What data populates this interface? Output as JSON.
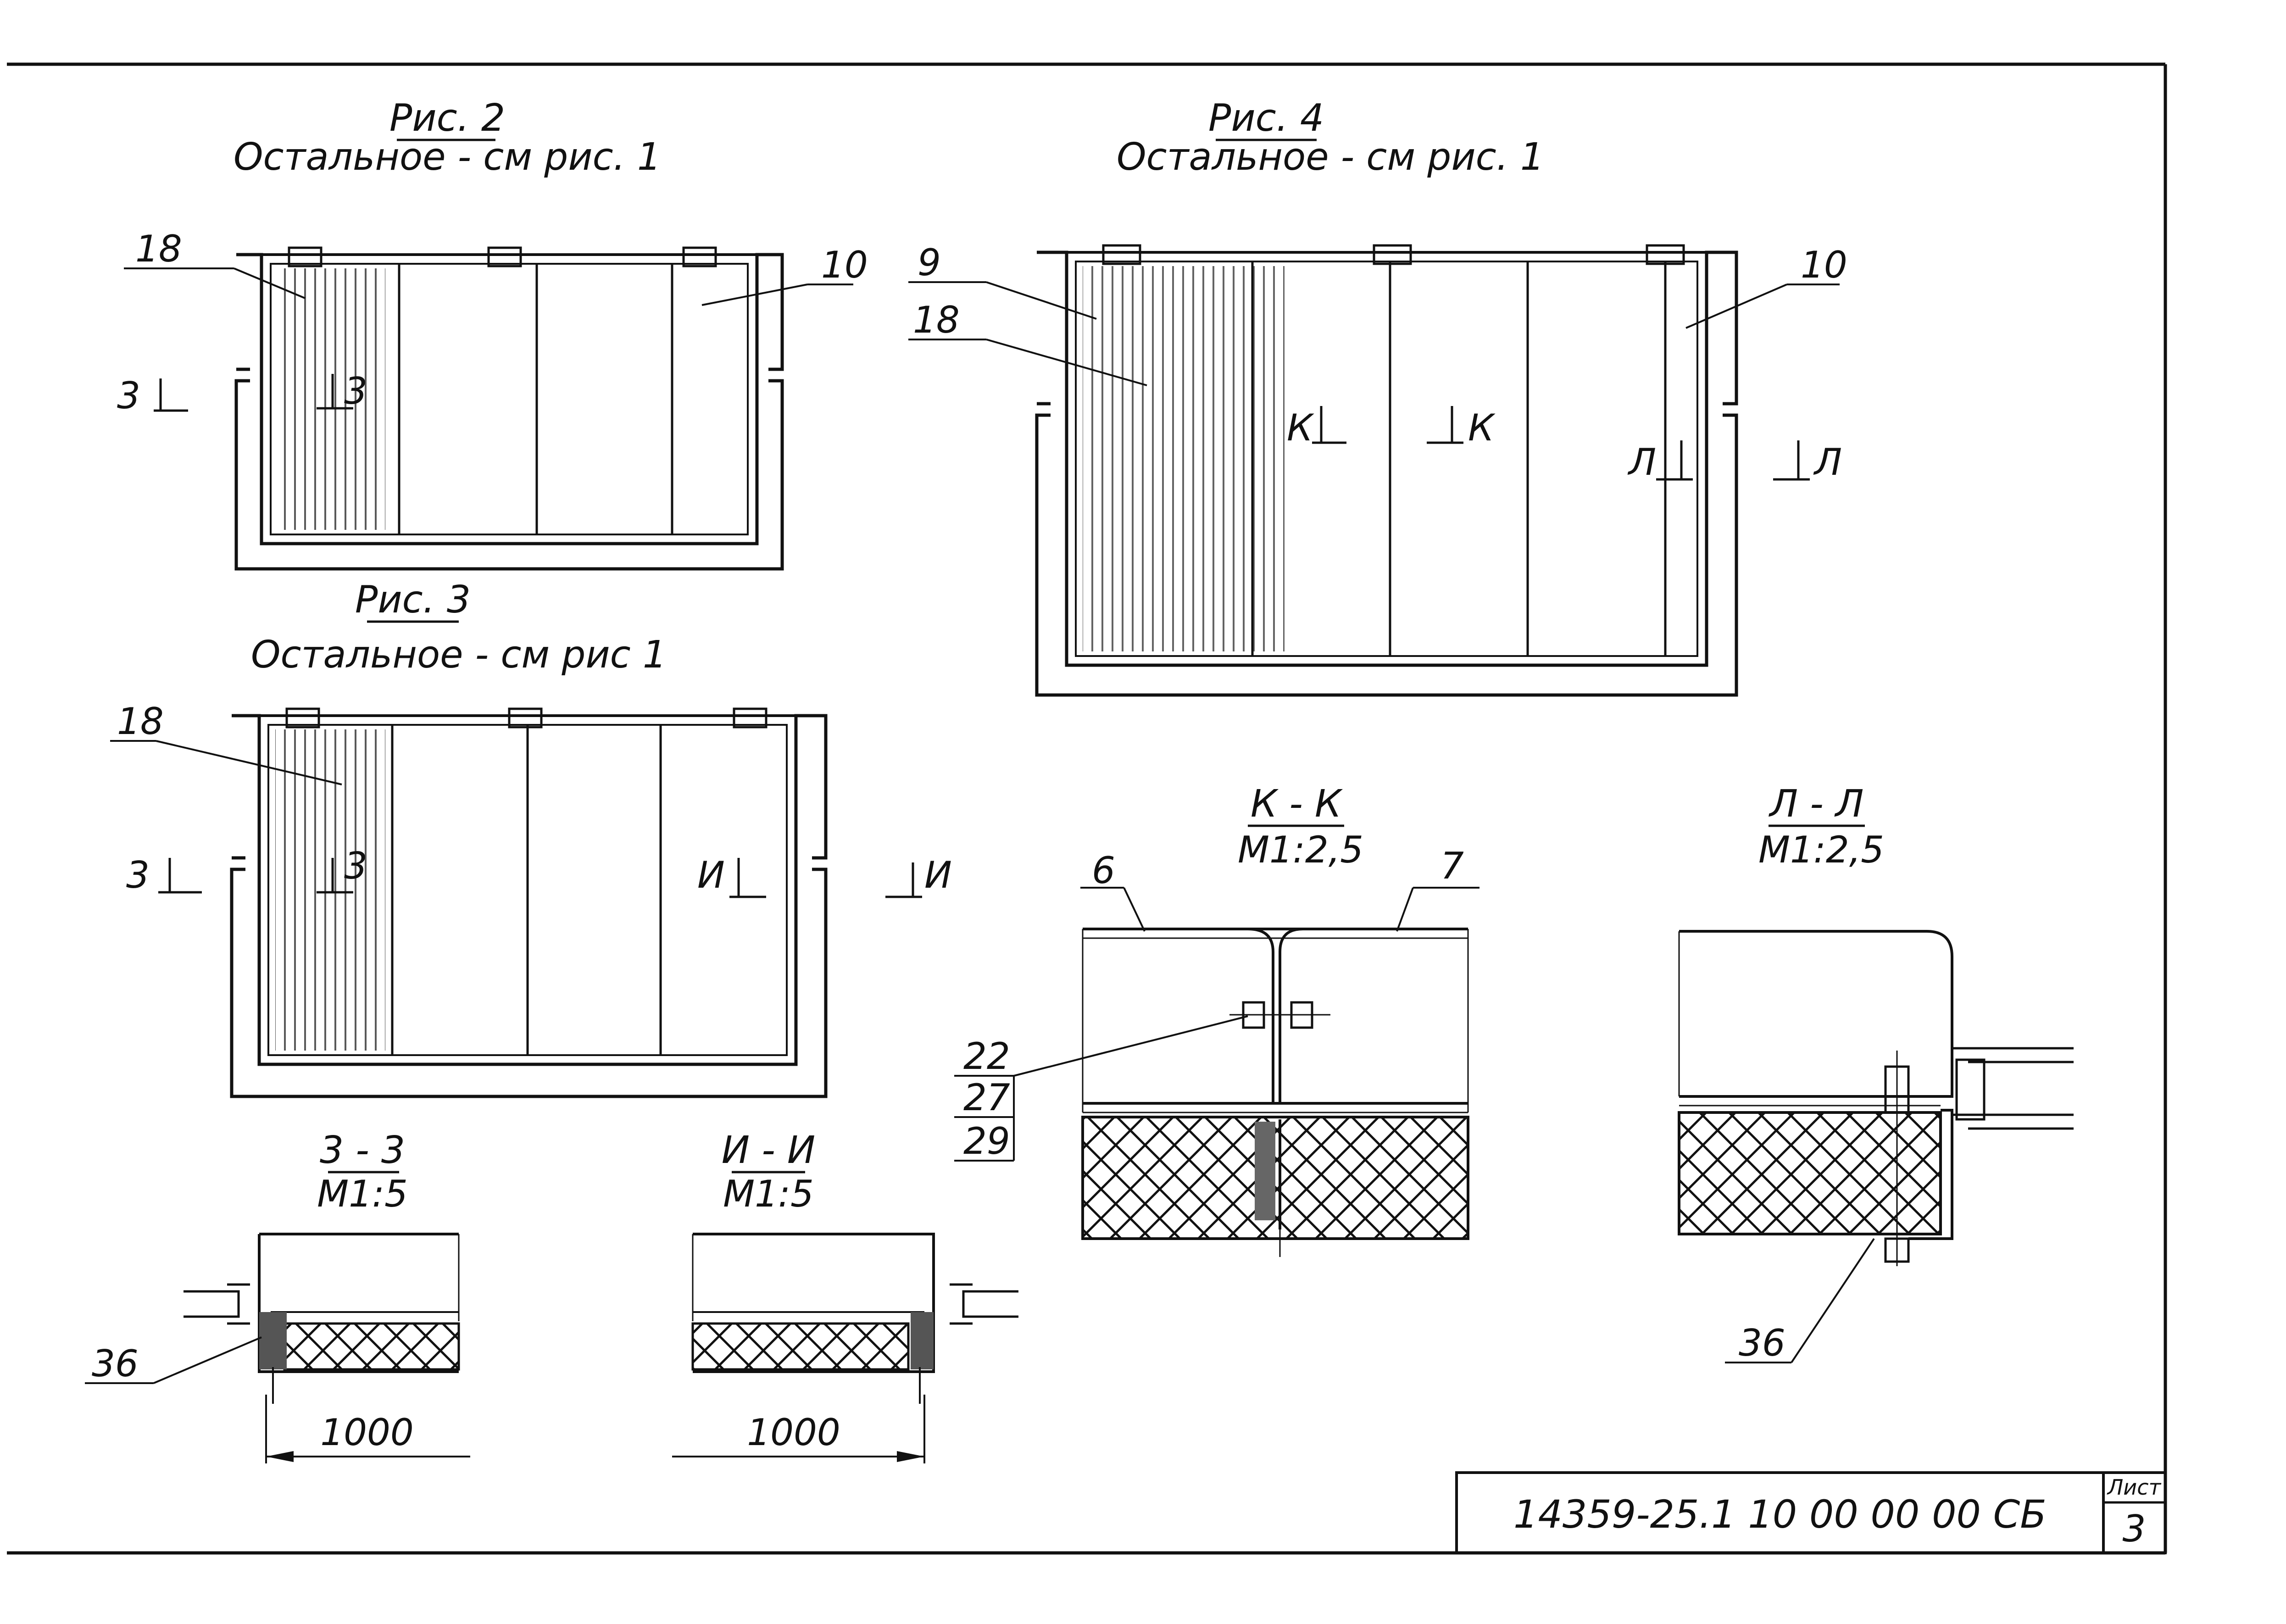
{
  "fig2": {
    "title": "Рис. 2",
    "note": "Остальное - см рис. 1",
    "callouts": [
      "18",
      "10"
    ],
    "section_mark": "3"
  },
  "fig3": {
    "title": "Рис. 3",
    "note": "Остальное - см рис 1",
    "callouts": [
      "18"
    ],
    "section_marks": [
      "3",
      "И"
    ]
  },
  "fig4": {
    "title": "Рис. 4",
    "note": "Остальное - см рис. 1",
    "callouts": [
      "9",
      "18",
      "10"
    ],
    "section_marks": [
      "К",
      "Л"
    ]
  },
  "section_33": {
    "title": "3 - 3",
    "scale": "М1:5",
    "callout": "36",
    "dimension": "1000"
  },
  "section_ii": {
    "title": "И - И",
    "scale": "М1:5",
    "dimension": "1000"
  },
  "section_kk": {
    "title": "К - К",
    "scale": "М1:2,5",
    "callouts": [
      "6",
      "7",
      "22",
      "27",
      "29"
    ]
  },
  "section_ll": {
    "title": "Л - Л",
    "scale": "М1:2,5",
    "callout": "36"
  },
  "title_block": {
    "doc_number": "14359-25.1 10 00 00 00 СБ",
    "sheet_label": "Лист",
    "sheet_number": "3"
  }
}
